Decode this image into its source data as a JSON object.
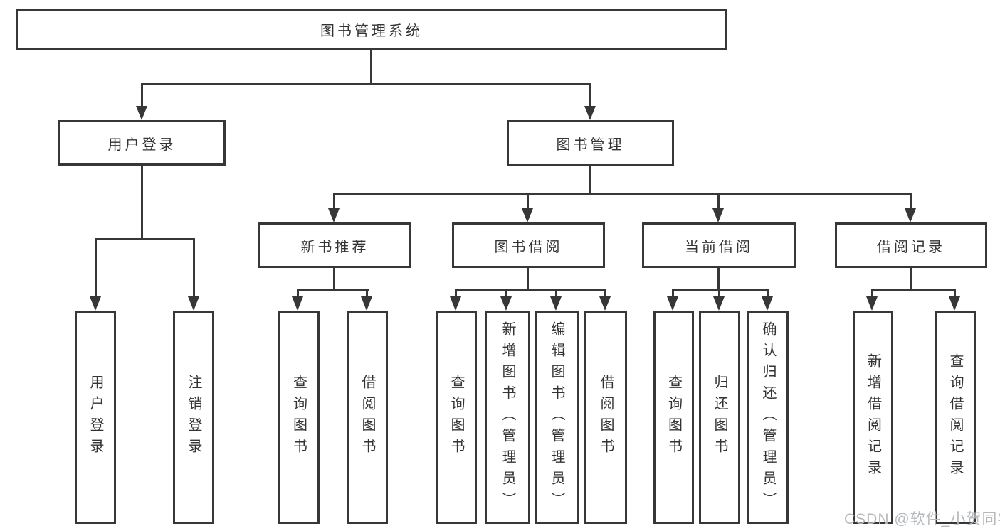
{
  "tree": {
    "label": "图书管理系统",
    "children": [
      {
        "label": "用户登录",
        "children": [
          {
            "label": "用户登录"
          },
          {
            "label": "注销登录"
          }
        ]
      },
      {
        "label": "图书管理",
        "children": [
          {
            "label": "新书推荐",
            "children": [
              {
                "label": "查询图书"
              },
              {
                "label": "借阅图书"
              }
            ]
          },
          {
            "label": "图书借阅",
            "children": [
              {
                "label": "查询图书"
              },
              {
                "label": "新增图书（管理员）"
              },
              {
                "label": "编辑图书（管理员）"
              },
              {
                "label": "借阅图书"
              }
            ]
          },
          {
            "label": "当前借阅",
            "children": [
              {
                "label": "查询图书"
              },
              {
                "label": "归还图书"
              },
              {
                "label": "确认归还（管理员）"
              }
            ]
          },
          {
            "label": "借阅记录",
            "children": [
              {
                "label": "新增借阅记录"
              },
              {
                "label": "查询借阅记录"
              }
            ]
          }
        ]
      }
    ]
  },
  "watermark": {
    "text": "CSDN @软件_小贺同学"
  },
  "colors": {
    "line": "#373737",
    "box_border": "#373737",
    "text": "#333333",
    "background": "#ffffff",
    "watermark": "#b7babd"
  }
}
